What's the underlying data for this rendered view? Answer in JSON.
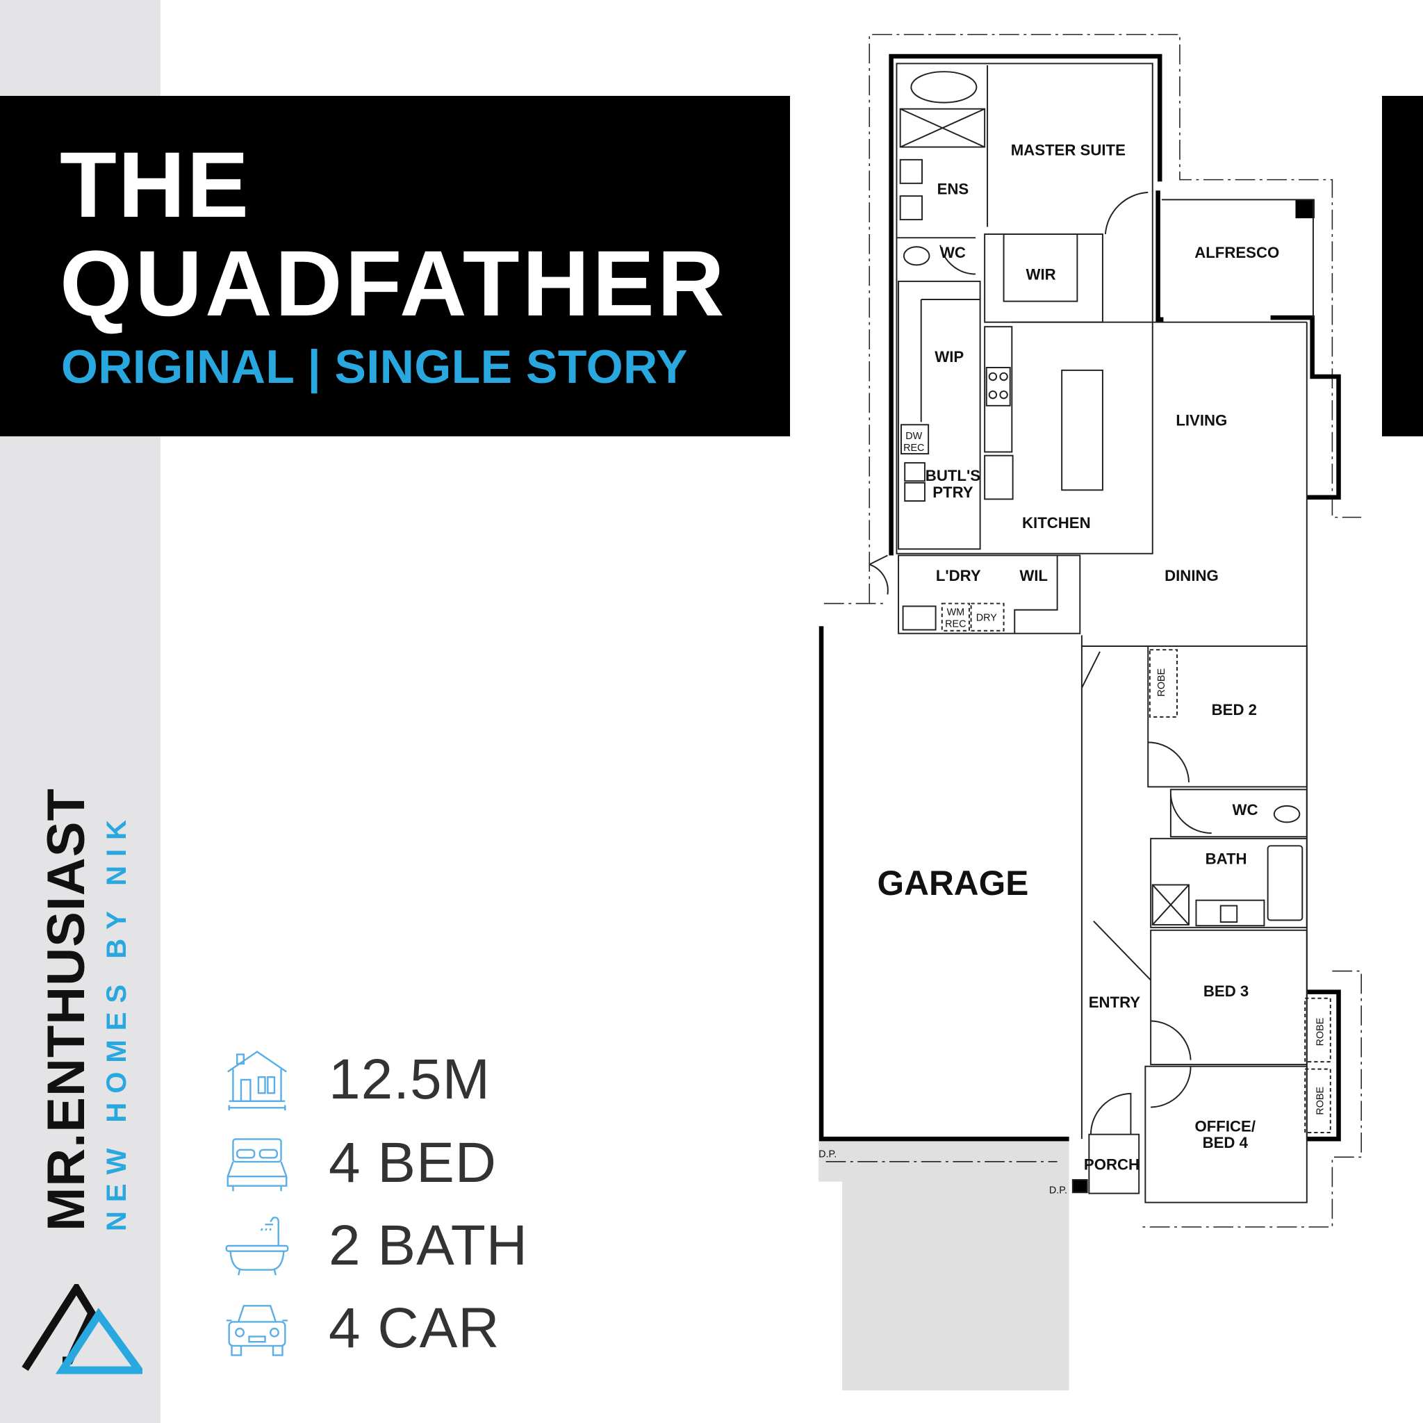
{
  "header": {
    "title_line1": "THE",
    "title_line2": "QUADFATHER",
    "subtitle": "ORIGINAL |  SINGLE STORY"
  },
  "brand": {
    "name": "MR.ENTHUSIAST",
    "tagline": "NEW HOMES BY NIK",
    "logo_colors": {
      "dark": "#111111",
      "accent": "#29a8e0"
    }
  },
  "stats": [
    {
      "icon": "house-width-icon",
      "text": "12.5M"
    },
    {
      "icon": "bed-icon",
      "text": "4 BED"
    },
    {
      "icon": "bathtub-icon",
      "text": "2 BATH"
    },
    {
      "icon": "car-icon",
      "text": "4 CAR"
    }
  ],
  "colors": {
    "accent": "#29a8e0",
    "banner": "#000000",
    "sidebar": "#e4e4e6",
    "driveway": "#e0e0e0"
  },
  "plan": {
    "rooms": {
      "master_suite": "MASTER SUITE",
      "ens": "ENS",
      "wc1": "WC",
      "wir": "WIR",
      "alfresco": "ALFRESCO",
      "wip": "WIP",
      "living": "LIVING",
      "dw": "DW",
      "rec1": "REC",
      "butls_1": "BUTL'S",
      "butls_2": "PTRY",
      "kitchen": "KITCHEN",
      "ldry": "L'DRY",
      "wil": "WIL",
      "dining": "DINING",
      "wm": "WM",
      "rec2": "REC",
      "dry": "DRY",
      "robe1": "ROBE",
      "bed2": "BED 2",
      "wc2": "WC",
      "bath": "BATH",
      "garage": "GARAGE",
      "entry": "ENTRY",
      "bed3": "BED 3",
      "robe2": "ROBE",
      "robe3": "ROBE",
      "office_1": "OFFICE/",
      "office_2": "BED 4",
      "porch": "PORCH",
      "dp1": "D.P.",
      "dp2": "D.P."
    }
  }
}
